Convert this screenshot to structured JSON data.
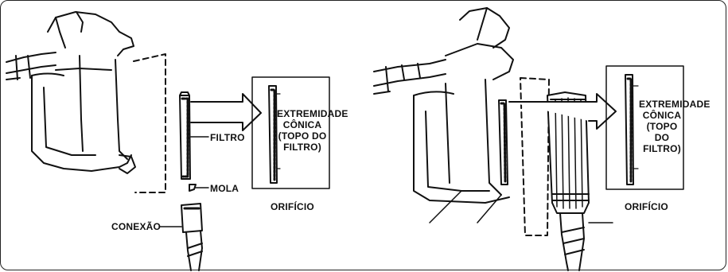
{
  "left_panel": {
    "filter_label": "FILTRO",
    "spring_label": "MOLA",
    "fitting_label": "CONEXÃO",
    "callout_lines": [
      "EXTREMIDADE",
      "CÔNICA",
      "(TOPO DO",
      "FILTRO)"
    ],
    "orifice_label": "ORIFÍCIO"
  },
  "right_panel": {
    "callout_lines": [
      "EXTREMIDADE",
      "CÔNICA",
      "(TOPO DO",
      "FILTRO)"
    ],
    "orifice_label": "ORIFÍCIO"
  }
}
